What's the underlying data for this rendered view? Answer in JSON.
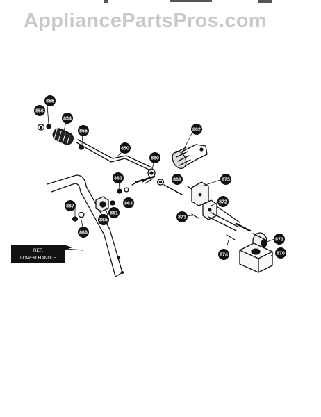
{
  "watermark": "AppliancePartsPros.com",
  "ref_label": {
    "line1": "REF.",
    "line2": "LOWER HANDLE"
  },
  "callouts": [
    {
      "id": "c855a",
      "text": "855"
    },
    {
      "id": "c856",
      "text": "856"
    },
    {
      "id": "c854",
      "text": "854"
    },
    {
      "id": "c855b",
      "text": "855"
    },
    {
      "id": "c850",
      "text": "850"
    },
    {
      "id": "c802",
      "text": "802"
    },
    {
      "id": "c860",
      "text": "860"
    },
    {
      "id": "c863a",
      "text": "863"
    },
    {
      "id": "c863b",
      "text": "863"
    },
    {
      "id": "c861a",
      "text": "861"
    },
    {
      "id": "c875",
      "text": "875"
    },
    {
      "id": "c872",
      "text": "872"
    },
    {
      "id": "c867",
      "text": "867"
    },
    {
      "id": "c865",
      "text": "865"
    },
    {
      "id": "c861b",
      "text": "861"
    },
    {
      "id": "c866",
      "text": "866"
    },
    {
      "id": "c873",
      "text": "873"
    },
    {
      "id": "c871",
      "text": "871"
    },
    {
      "id": "c870",
      "text": "870"
    },
    {
      "id": "c874",
      "text": "874"
    }
  ]
}
